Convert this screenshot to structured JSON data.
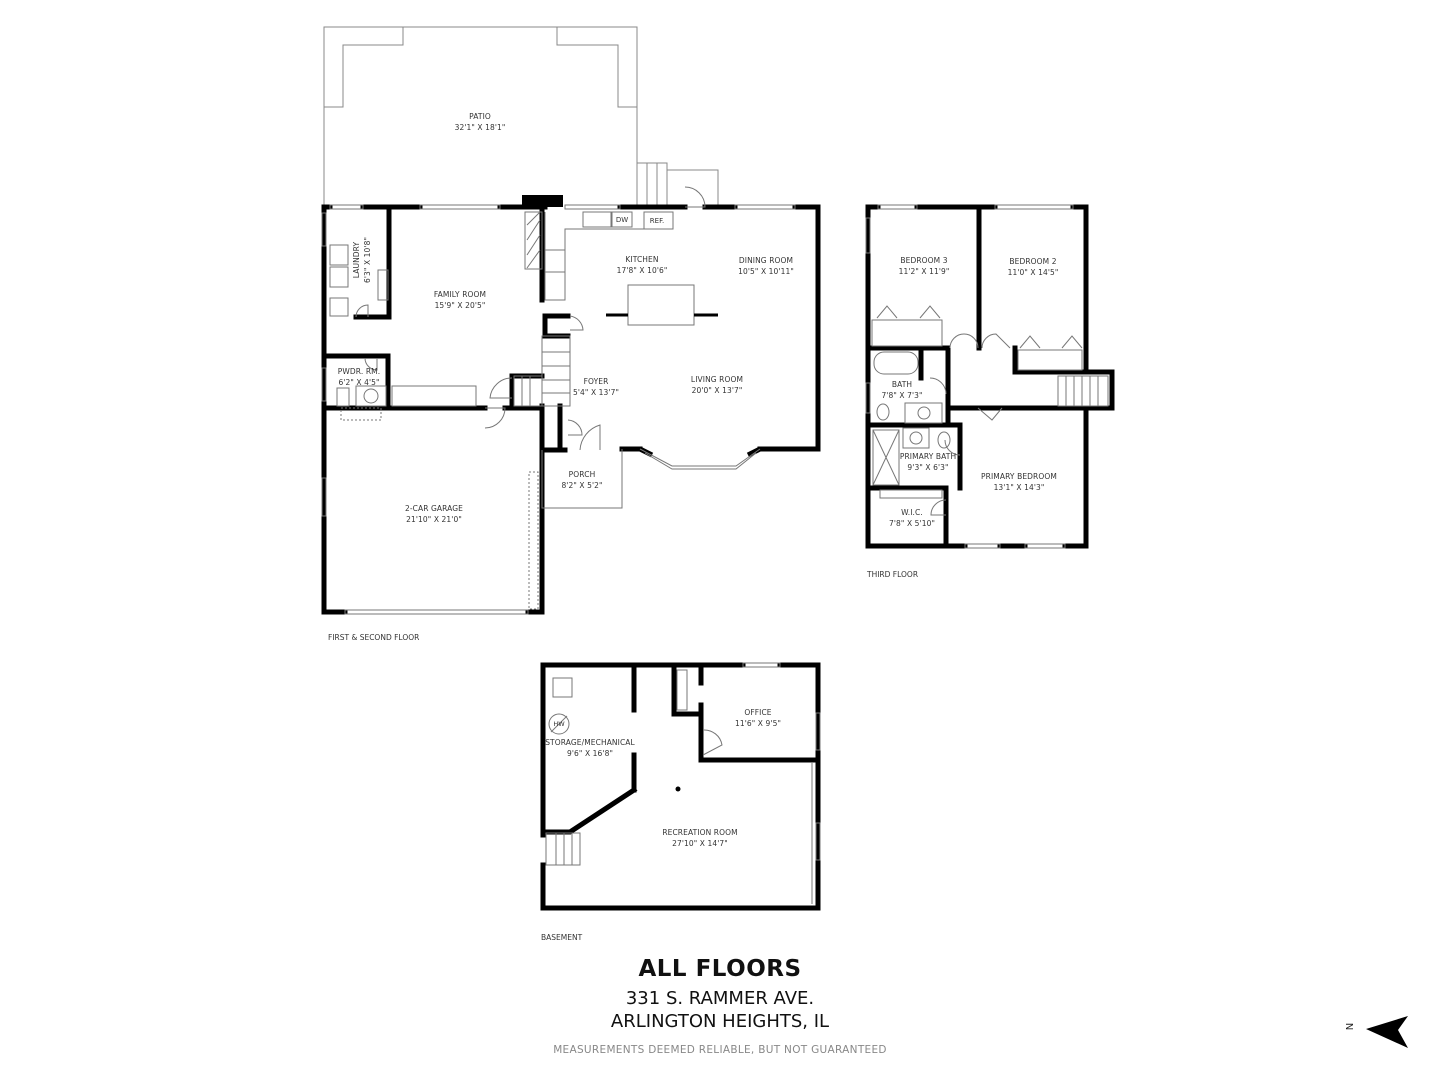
{
  "header": {
    "title": "ALL FLOORS",
    "address_line1": "331 S. RAMMER AVE.",
    "address_line2": "ARLINGTON HEIGHTS, IL",
    "disclaimer": "MEASUREMENTS DEEMED RELIABLE, BUT NOT GUARANTEED"
  },
  "compass": {
    "label": "N",
    "icon": "north-arrow-icon"
  },
  "floors": {
    "first_second": {
      "caption": "FIRST & SECOND FLOOR",
      "rooms": {
        "patio": {
          "name": "PATIO",
          "dim": "32'1\" X 18'1\""
        },
        "laundry": {
          "name": "LAUNDRY",
          "dim": "6'3\" X 10'8\""
        },
        "family_room": {
          "name": "FAMILY ROOM",
          "dim": "15'9\" X 20'5\""
        },
        "pwdr_rm": {
          "name": "PWDR. RM.",
          "dim": "6'2\" X 4'5\""
        },
        "kitchen": {
          "name": "KITCHEN",
          "dim": "17'8\" X 10'6\""
        },
        "dining_room": {
          "name": "DINING ROOM",
          "dim": "10'5\" X 10'11\""
        },
        "foyer": {
          "name": "FOYER",
          "dim": "5'4\" X 13'7\""
        },
        "living_room": {
          "name": "LIVING ROOM",
          "dim": "20'0\" X 13'7\""
        },
        "porch": {
          "name": "PORCH",
          "dim": "8'2\" X 5'2\""
        },
        "garage": {
          "name": "2-CAR GARAGE",
          "dim": "21'10\" X 21'0\""
        }
      },
      "appliances": {
        "dishwasher": "DW",
        "refrigerator": "REF."
      }
    },
    "third": {
      "caption": "THIRD FLOOR",
      "rooms": {
        "bedroom3": {
          "name": "BEDROOM 3",
          "dim": "11'2\" X 11'9\""
        },
        "bedroom2": {
          "name": "BEDROOM 2",
          "dim": "11'0\" X 14'5\""
        },
        "bath": {
          "name": "BATH",
          "dim": "7'8\" X 7'3\""
        },
        "primary_bath": {
          "name": "PRIMARY BATH",
          "dim": "9'3\" X 6'3\""
        },
        "primary_bedroom": {
          "name": "PRIMARY BEDROOM",
          "dim": "13'1\" X 14'3\""
        },
        "wic": {
          "name": "W.I.C.",
          "dim": "7'8\" X 5'10\""
        }
      }
    },
    "basement": {
      "caption": "BASEMENT",
      "rooms": {
        "storage": {
          "name": "STORAGE/MECHANICAL",
          "dim": "9'6\" X 16'8\""
        },
        "office": {
          "name": "OFFICE",
          "dim": "11'6\" X 9'5\""
        },
        "recreation": {
          "name": "RECREATION ROOM",
          "dim": "27'10\" X 14'7\""
        }
      },
      "appliances": {
        "water_heater": "HW"
      }
    }
  }
}
